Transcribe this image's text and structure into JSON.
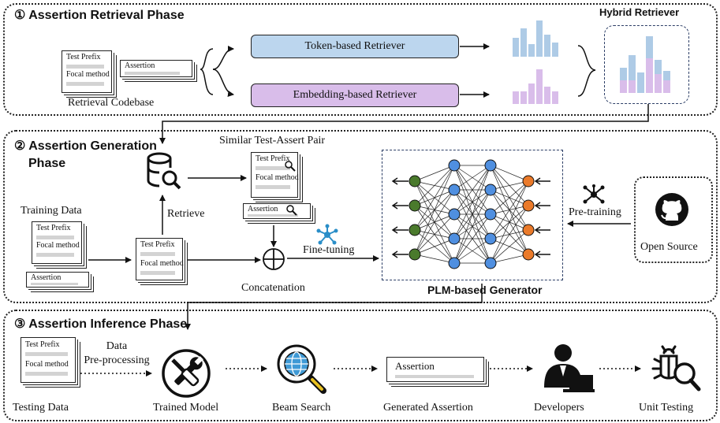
{
  "phase1": {
    "title": "① Assertion Retrieval Phase",
    "codebase_doc": {
      "test_prefix": "Test Prefix",
      "focal_method": "Focal method"
    },
    "codebase_assert": "Assertion",
    "codebase_label": "Retrieval Codebase",
    "token_retriever": "Token-based Retriever",
    "embedding_retriever": "Embedding-based Retriever",
    "hybrid_label": "Hybrid Retriever",
    "colors": {
      "token": "#aecbe6",
      "embedding": "#d9bdea"
    }
  },
  "phase2": {
    "title_line1": "② Assertion Generation",
    "title_line2": "Phase",
    "training_label": "Training Data",
    "training_doc": {
      "test_prefix": "Test Prefix",
      "focal_method": "Focal method"
    },
    "training_assert": "Assertion",
    "query_doc": {
      "test_prefix": "Test Prefix",
      "focal_method": "Focal method"
    },
    "retrieve_label": "Retrieve",
    "similar_label": "Similar Test-Assert Pair",
    "similar_doc": {
      "test_prefix": "Test Prefix",
      "focal_method": "Focal method"
    },
    "similar_assert": "Assertion",
    "concat_label": "Concatenation",
    "finetune_label": "Fine-tuning",
    "plm_label": "PLM-based Generator",
    "pretrain_label": "Pre-training",
    "open_source_label": "Open Source",
    "colors": {
      "input_node": "#4a7a2c",
      "hidden_node": "#4f8fe0",
      "output_node": "#ea7a2a"
    }
  },
  "phase3": {
    "title": "③ Assertion Inference Phase",
    "testing_doc": {
      "test_prefix": "Test Prefix",
      "focal_method": "Focal method"
    },
    "testing_label": "Testing Data",
    "preprocess_line1": "Data",
    "preprocess_line2": "Pre-processing",
    "trained_model_label": "Trained Model",
    "beam_search_label": "Beam Search",
    "generated_assert_doc": "Assertion",
    "generated_assert_label": "Generated Assertion",
    "developers_label": "Developers",
    "unit_testing_label": "Unit Testing"
  }
}
